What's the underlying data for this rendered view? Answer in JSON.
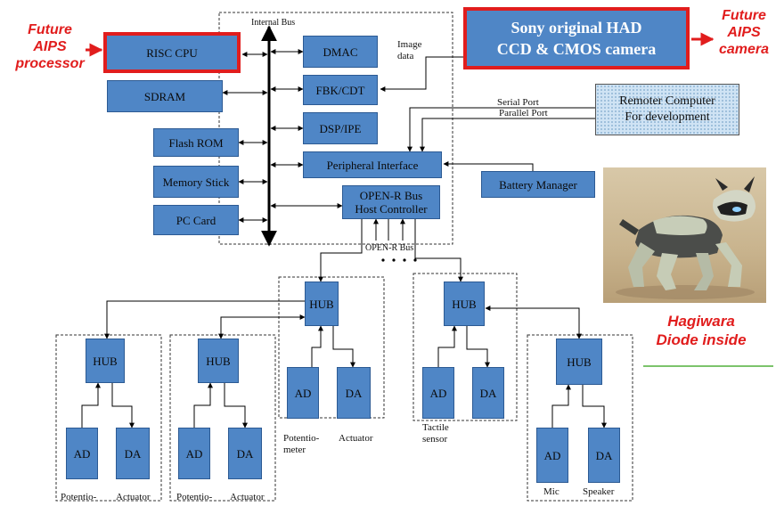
{
  "bus": {
    "internal": "Internal Bus",
    "openr": "OPEN-R  Bus",
    "image_data": [
      "Image",
      "data"
    ],
    "serial": "Serial Port",
    "parallel": "Parallel Port"
  },
  "blocks": {
    "risc_cpu": "RISC CPU",
    "sdram": "SDRAM",
    "flash_rom": "Flash ROM",
    "memory_stick": "Memory  Stick",
    "pc_card": "PC Card",
    "dmac": "DMAC",
    "fbk_cdt": "FBK/CDT",
    "dsp_ipe": "DSP/IPE",
    "peripheral": "Peripheral  Interface",
    "openr_host": [
      "OPEN-R Bus",
      "Host Controller"
    ],
    "battery": "Battery  Manager"
  },
  "camera": [
    "Sony original HAD",
    "CCD & CMOS camera"
  ],
  "remote": [
    "Remoter Computer",
    "For development"
  ],
  "notes": {
    "future_processor": [
      "Future",
      "AIPS",
      "processor"
    ],
    "future_camera": [
      "Future",
      "AIPS",
      "camera"
    ],
    "hagiwara": [
      "Hagiwara",
      "Diode inside"
    ]
  },
  "nodes": {
    "hub": "HUB",
    "ad": "AD",
    "da": "DA"
  },
  "captions": {
    "potentiometer_a": "Potentio-",
    "actuator_a": "Actuator",
    "potentiometer_b": "Potentio-",
    "actuator_b": "Actuator",
    "potentiometer_c": [
      "Potentio-",
      "meter"
    ],
    "actuator_c": "Actuator",
    "tactile": [
      "Tactile",
      "sensor"
    ],
    "mic": "Mic",
    "speaker": "Speaker"
  },
  "colors": {
    "block_fill": "#4f86c6",
    "highlight": "#e11d1d",
    "divider": "#7cc36b"
  },
  "illustration": "robot-dog-photo"
}
